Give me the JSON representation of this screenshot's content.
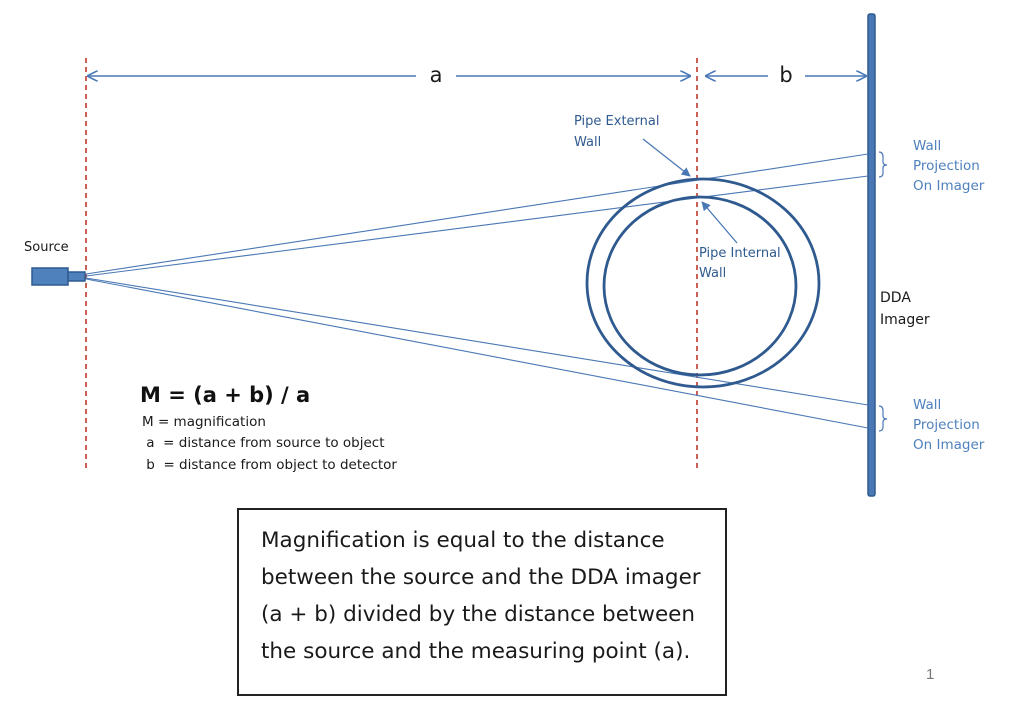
{
  "dimensions": {
    "a_label": "a",
    "b_label": "b"
  },
  "labels": {
    "source": "Source",
    "pipe_external_wall": [
      "Pipe External",
      "Wall"
    ],
    "pipe_internal_wall": [
      "Pipe Internal",
      "Wall"
    ],
    "dda_imager": [
      "DDA",
      "Imager"
    ],
    "wall_projection_top": [
      "Wall",
      "Projection",
      "On Imager"
    ],
    "wall_projection_bottom": [
      "Wall",
      "Projection",
      "On Imager"
    ]
  },
  "formula": {
    "main": "M = (a + b) / a",
    "def_m": "M = magnification",
    "def_a": " a  = distance from source to object",
    "def_b": " b  = distance from object to detector"
  },
  "caption": "Magnification is equal to the distance between the source and the DDA imager (a + b) divided by the distance between the source and the measuring point (a).",
  "slide_number": "1",
  "colors": {
    "blue_dark": "#2f5a8f",
    "blue_line": "#4a78b5",
    "blue_label": "#4f81bd",
    "dash_red": "#c0392b",
    "text": "#1a1a1a"
  }
}
